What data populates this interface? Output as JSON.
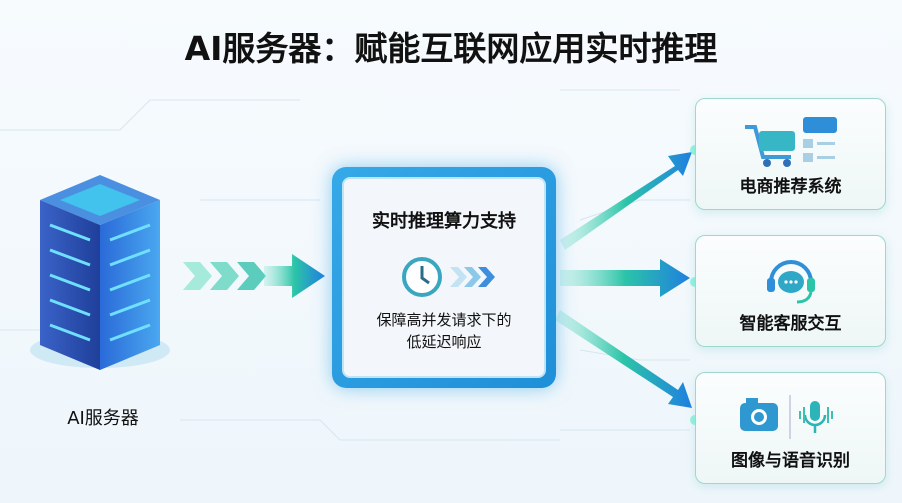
{
  "title": "AI服务器：赋能互联网应用实时推理",
  "server": {
    "label": "AI服务器"
  },
  "center": {
    "title": "实时推理算力支持",
    "description_line1": "保障高并发请求下的",
    "description_line2": "低延迟响应"
  },
  "applications": [
    {
      "label": "电商推荐系统"
    },
    {
      "label": "智能客服交互"
    },
    {
      "label": "图像与语音识别"
    }
  ],
  "colors": {
    "accent": "#1f8fd8",
    "teal": "#2cc4a8"
  }
}
